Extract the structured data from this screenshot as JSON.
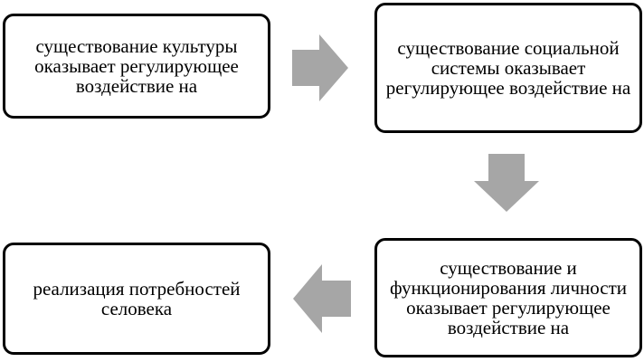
{
  "diagram": {
    "boxes": [
      {
        "id": "box1",
        "text": "существование культуры оказывает регулирующее воздействие на"
      },
      {
        "id": "box2",
        "text": "существование социальной системы оказывает регулирующее воздействие на"
      },
      {
        "id": "box3",
        "text": "существование и функционирования личности оказывает регулирующее воздействие на"
      },
      {
        "id": "box4",
        "text": "реализация потребностей селовека"
      }
    ],
    "arrow_color": "#a6a6a6",
    "border_color": "#000000"
  }
}
